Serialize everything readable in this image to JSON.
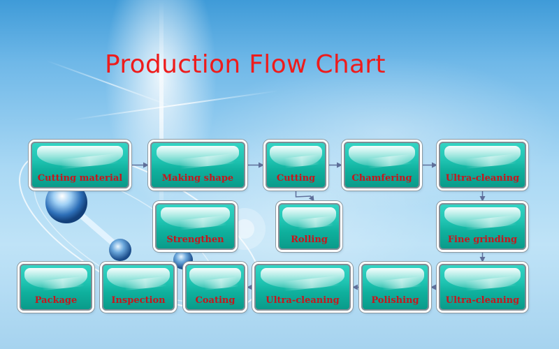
{
  "title": "Production Flow Chart",
  "colors": {
    "title": "#ee1b1b",
    "label": "#c8161c",
    "box_fill": "#20c4b2",
    "arrow": "#5f6f9a"
  },
  "steps": [
    {
      "id": "cutting-material",
      "label": "Cutting material"
    },
    {
      "id": "making-shape",
      "label": "Making shape"
    },
    {
      "id": "cutting",
      "label": "Cutting"
    },
    {
      "id": "chamfering",
      "label": "Chamfering"
    },
    {
      "id": "ultra-cleaning-1",
      "label": "Ultra-cleaning"
    },
    {
      "id": "rolling",
      "label": "Rolling"
    },
    {
      "id": "strengthen",
      "label": "Strengthen"
    },
    {
      "id": "fine-grinding",
      "label": "Fine grinding"
    },
    {
      "id": "ultra-cleaning-2",
      "label": "Ultra-cleaning"
    },
    {
      "id": "polishing",
      "label": "Polishing"
    },
    {
      "id": "ultra-cleaning-3",
      "label": "Ultra-cleaning"
    },
    {
      "id": "coating",
      "label": "Coating"
    },
    {
      "id": "inspection",
      "label": "Inspection"
    },
    {
      "id": "package",
      "label": "Package"
    }
  ],
  "flow": [
    [
      "cutting-material",
      "making-shape"
    ],
    [
      "making-shape",
      "cutting"
    ],
    [
      "cutting",
      "chamfering"
    ],
    [
      "chamfering",
      "ultra-cleaning-1"
    ],
    [
      "cutting",
      "rolling"
    ],
    [
      "ultra-cleaning-1",
      "fine-grinding"
    ],
    [
      "fine-grinding",
      "ultra-cleaning-2"
    ],
    [
      "ultra-cleaning-2",
      "polishing"
    ],
    [
      "polishing",
      "ultra-cleaning-3"
    ],
    [
      "ultra-cleaning-3",
      "coating"
    ]
  ]
}
